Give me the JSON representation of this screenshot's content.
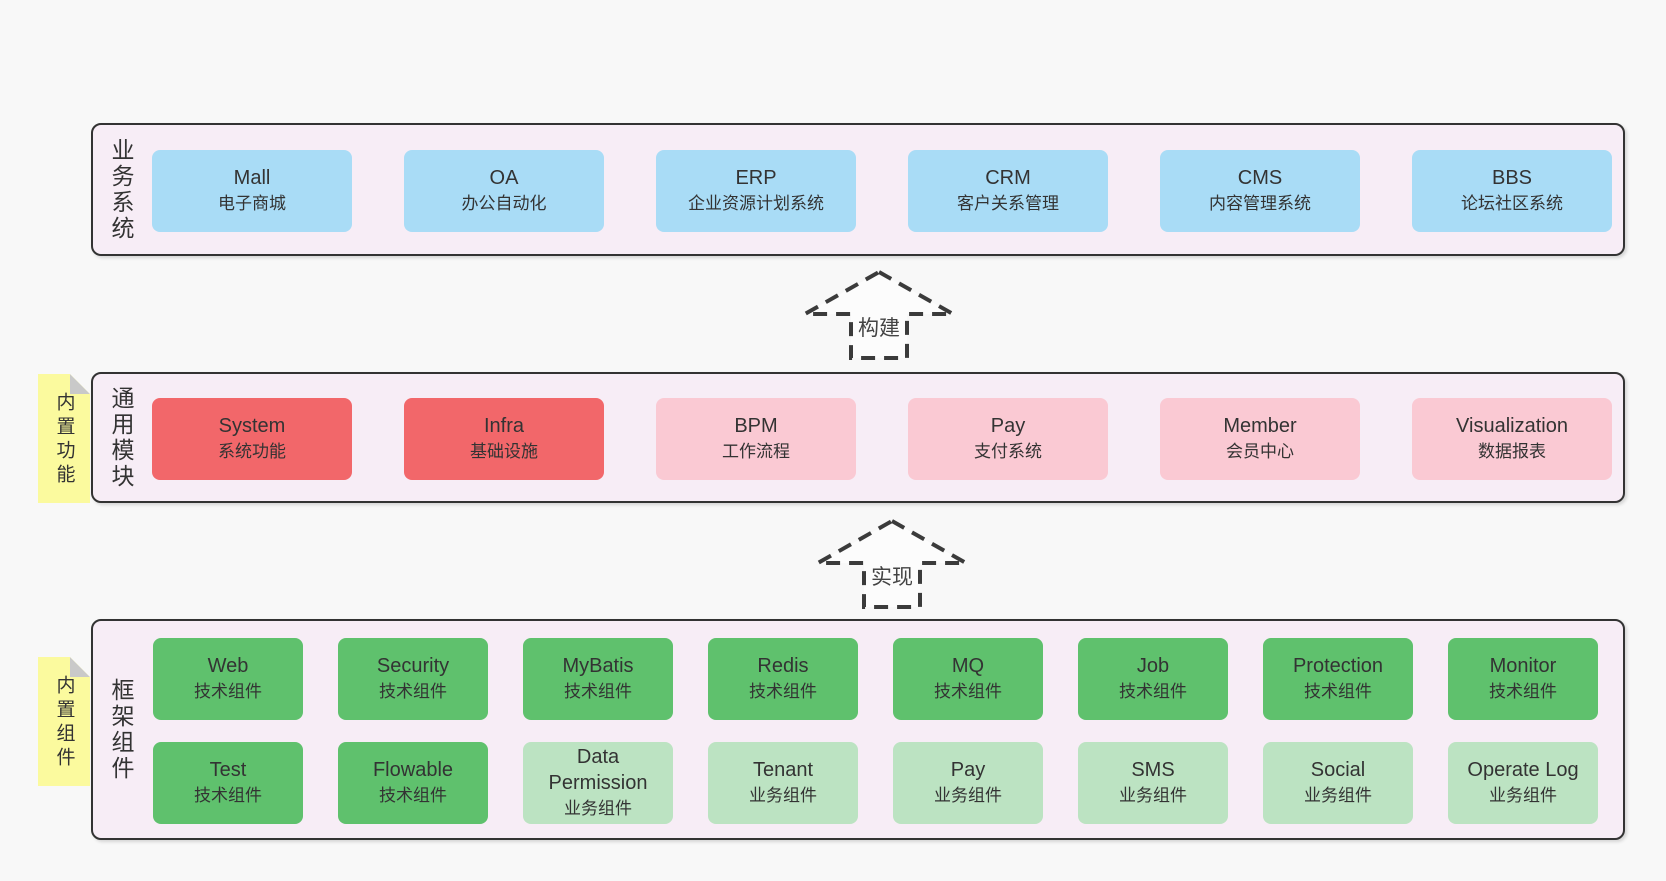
{
  "colors": {
    "page_background": "#f8f8f8",
    "band_background": "#f7edf6",
    "band_border": "#333333",
    "blue_box": "#a9dcf6",
    "red_box": "#f2676a",
    "pink_box": "#fac9d3",
    "green_box": "#5fc16d",
    "light_green_box": "#bce3c2",
    "sticky_note": "#fbfa9e",
    "sticky_fold": "#c9c9c9",
    "arrow_stroke": "#3b3b3b",
    "text": "#333333"
  },
  "arrows": [
    {
      "label": "构建"
    },
    {
      "label": "实现"
    }
  ],
  "layers": [
    {
      "label": "业务系统",
      "note": null,
      "rows": [
        [
          {
            "en": "Mall",
            "zh": "电子商城",
            "color": "blue"
          },
          {
            "en": "OA",
            "zh": "办公自动化",
            "color": "blue"
          },
          {
            "en": "ERP",
            "zh": "企业资源计划系统",
            "color": "blue"
          },
          {
            "en": "CRM",
            "zh": "客户关系管理",
            "color": "blue"
          },
          {
            "en": "CMS",
            "zh": "内容管理系统",
            "color": "blue"
          },
          {
            "en": "BBS",
            "zh": "论坛社区系统",
            "color": "blue"
          }
        ]
      ]
    },
    {
      "label": "通用模块",
      "note": "内置功能",
      "rows": [
        [
          {
            "en": "System",
            "zh": "系统功能",
            "color": "red"
          },
          {
            "en": "Infra",
            "zh": "基础设施",
            "color": "red"
          },
          {
            "en": "BPM",
            "zh": "工作流程",
            "color": "pink"
          },
          {
            "en": "Pay",
            "zh": "支付系统",
            "color": "pink"
          },
          {
            "en": "Member",
            "zh": "会员中心",
            "color": "pink"
          },
          {
            "en": "Visualization",
            "zh": "数据报表",
            "color": "pink"
          }
        ]
      ]
    },
    {
      "label": "框架组件",
      "note": "内置组件",
      "rows": [
        [
          {
            "en": "Web",
            "zh": "技术组件",
            "color": "green"
          },
          {
            "en": "Security",
            "zh": "技术组件",
            "color": "green"
          },
          {
            "en": "MyBatis",
            "zh": "技术组件",
            "color": "green"
          },
          {
            "en": "Redis",
            "zh": "技术组件",
            "color": "green"
          },
          {
            "en": "MQ",
            "zh": "技术组件",
            "color": "green"
          },
          {
            "en": "Job",
            "zh": "技术组件",
            "color": "green"
          },
          {
            "en": "Protection",
            "zh": "技术组件",
            "color": "green"
          },
          {
            "en": "Monitor",
            "zh": "技术组件",
            "color": "green"
          }
        ],
        [
          {
            "en": "Test",
            "zh": "技术组件",
            "color": "green"
          },
          {
            "en": "Flowable",
            "zh": "技术组件",
            "color": "green"
          },
          {
            "en": "Data Permission",
            "zh": "业务组件",
            "color": "light-green"
          },
          {
            "en": "Tenant",
            "zh": "业务组件",
            "color": "light-green"
          },
          {
            "en": "Pay",
            "zh": "业务组件",
            "color": "light-green"
          },
          {
            "en": "SMS",
            "zh": "业务组件",
            "color": "light-green"
          },
          {
            "en": "Social",
            "zh": "业务组件",
            "color": "light-green"
          },
          {
            "en": "Operate Log",
            "zh": "业务组件",
            "color": "light-green"
          }
        ]
      ]
    }
  ]
}
